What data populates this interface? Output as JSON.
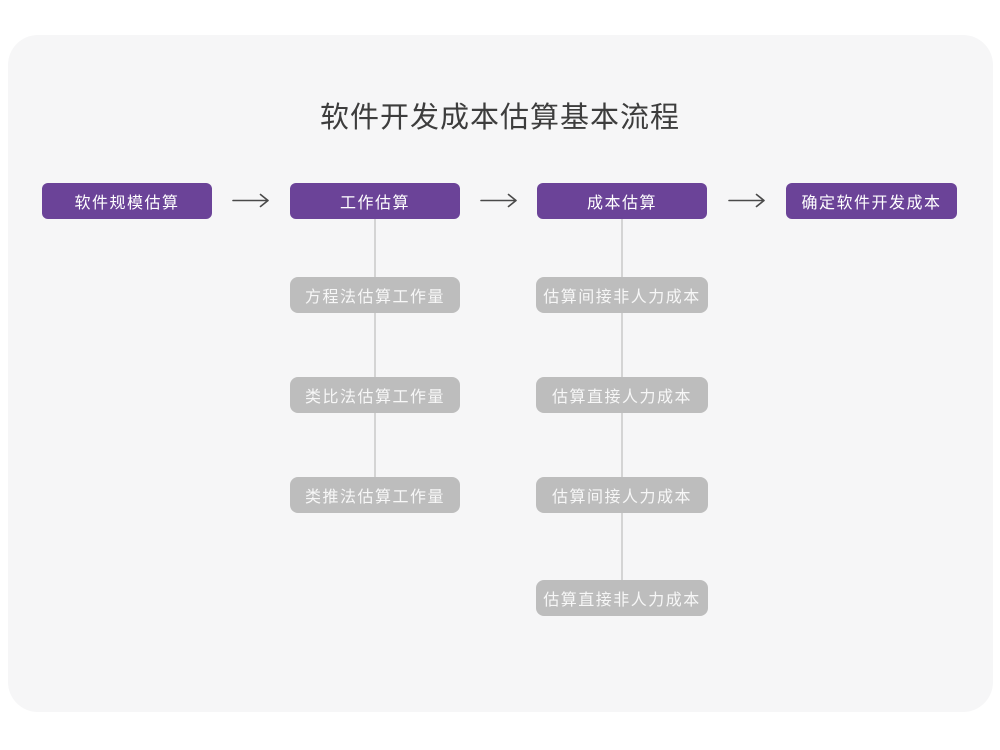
{
  "title": "软件开发成本估算基本流程",
  "flow": {
    "main_steps": [
      {
        "label": "软件规模估算"
      },
      {
        "label": "工作估算"
      },
      {
        "label": "成本估算"
      },
      {
        "label": "确定软件开发成本"
      }
    ],
    "work_estimation_substeps": [
      "方程法估算工作量",
      "类比法估算工作量",
      "类推法估算工作量"
    ],
    "cost_estimation_substeps": [
      "估算间接非人力成本",
      "估算直接人力成本",
      "估算间接人力成本",
      "估算直接非人力成本"
    ]
  },
  "colors": {
    "primary_purple": "#6b4398",
    "substep_gray": "#bdbdbd",
    "card_background": "#f6f6f7",
    "connector_line": "#d4d4d4",
    "arrow": "#4a4a4a",
    "title_text": "#3d3d3d",
    "box_text": "#ffffff"
  }
}
